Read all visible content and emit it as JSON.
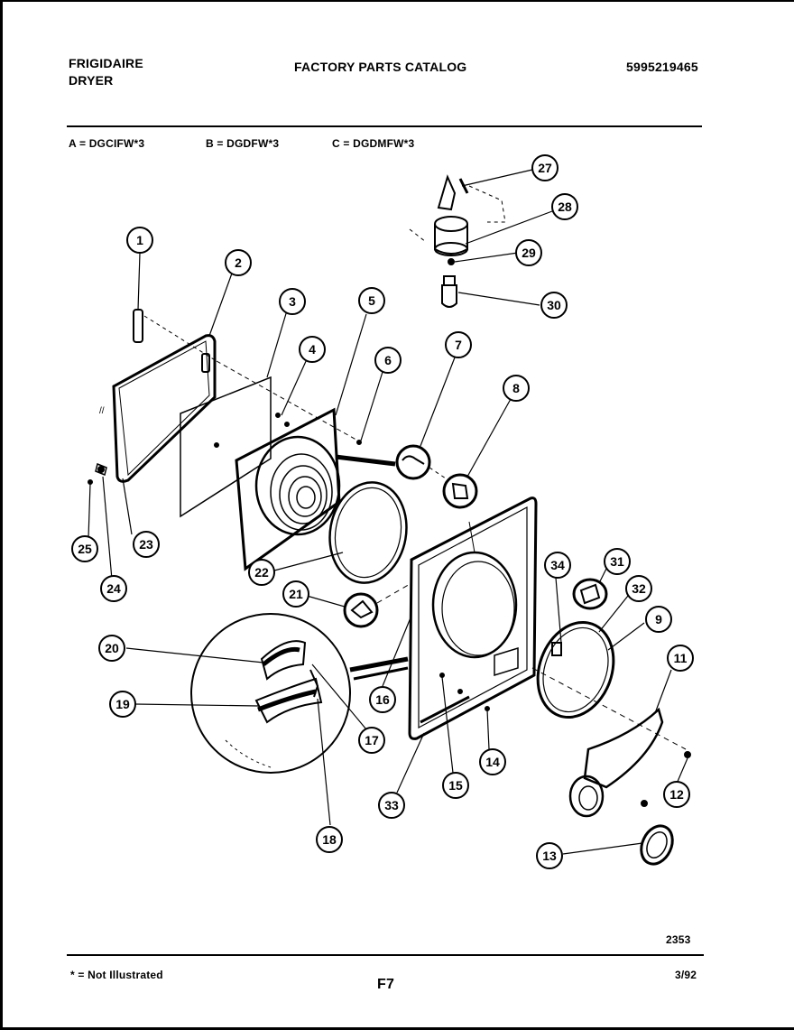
{
  "header": {
    "brand": "FRIGIDAIRE",
    "product": "DRYER",
    "title": "FACTORY PARTS CATALOG",
    "catalog_number": "5995219465"
  },
  "models": {
    "a": "A = DGCIFW*3",
    "b": "B = DGDFW*3",
    "c": "C = DGDMFW*3"
  },
  "diagram": {
    "drawing_number": "2353",
    "callouts": [
      "1",
      "2",
      "3",
      "4",
      "5",
      "6",
      "7",
      "8",
      "9",
      "11",
      "12",
      "13",
      "14",
      "15",
      "16",
      "17",
      "18",
      "19",
      "20",
      "21",
      "22",
      "23",
      "24",
      "25",
      "27",
      "28",
      "29",
      "30",
      "31",
      "32",
      "33",
      "34"
    ]
  },
  "footer": {
    "note": "* = Not Illustrated",
    "page": "F7",
    "date": "3/92"
  }
}
